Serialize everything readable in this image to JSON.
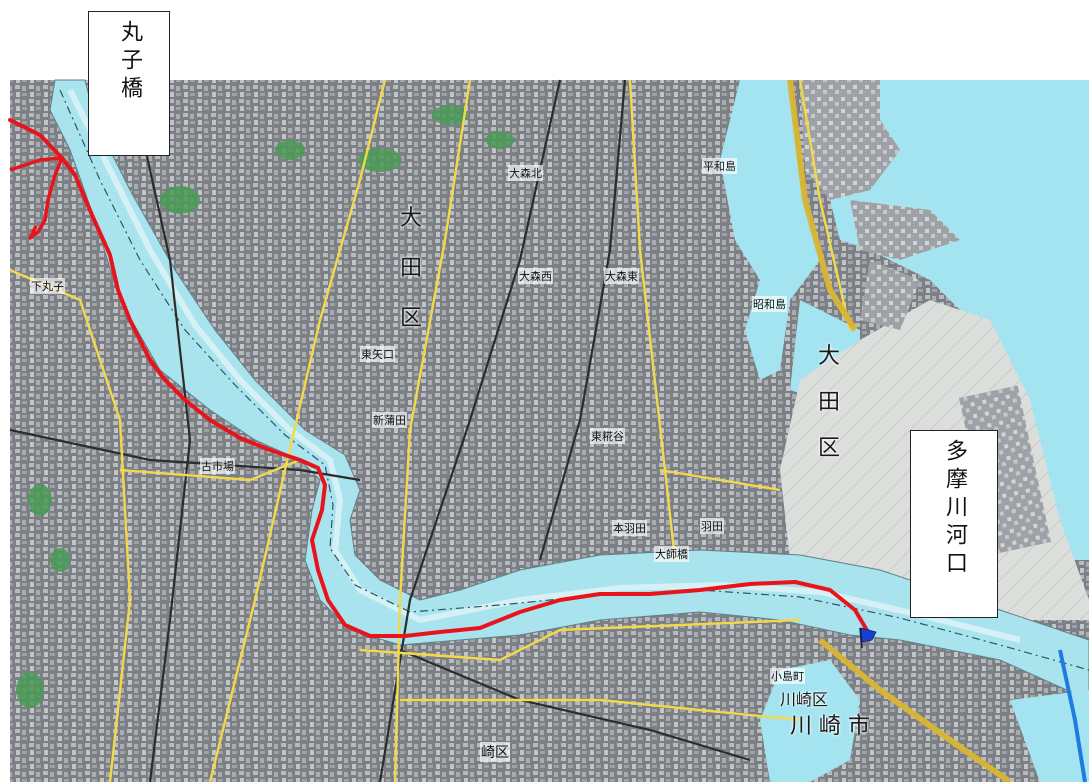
{
  "callouts": {
    "start": "丸子橋",
    "end": "多摩川河口"
  },
  "ward_labels": {
    "ota_inland": [
      "大",
      "田",
      "区"
    ],
    "ota_bay": [
      "大",
      "田",
      "区"
    ],
    "kawasaki_ku": "川崎区",
    "kawasaki_shi": "川 崎 市"
  },
  "place_labels": {
    "omori_kita": "大森北",
    "heiwajima": "平和島",
    "showajima": "昭和島",
    "omori_nishi": "大森西",
    "omori_higashi": "大森東",
    "shin_kamata": "新蒲田",
    "higashi_yaguchi": "東矢口",
    "shimomaruko": "下丸子",
    "furuichiba": "古市場",
    "honhaneda": "本羽田",
    "daishibashi": "大師橋",
    "haneda": "羽田",
    "higashi_koujiya": "東糀谷",
    "kojima": "小島町",
    "kawasaki_ku_bottom": "崎区"
  },
  "colors": {
    "route": "#e8141b",
    "river": "#a9e3ee",
    "sea": "#a4e4f1",
    "land_urban": "#7b7f84",
    "road_major": "#f3d84a",
    "flag": "#1a3fd1"
  },
  "icons": {
    "goal_flag": "flag-icon"
  }
}
